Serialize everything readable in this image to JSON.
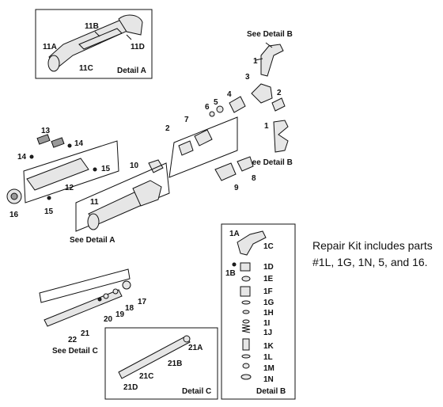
{
  "detail_captions": {
    "a": "Detail A",
    "b": "Detail B",
    "c": "Detail C"
  },
  "see_detail": {
    "b_top": "See Detail B",
    "b_mid": "See Detail B",
    "a": "See Detail A",
    "c": "See Detail C"
  },
  "labels": {
    "p11A": "11A",
    "p11B": "11B",
    "p11C": "11C",
    "p11D": "11D",
    "p1": "1",
    "p1b": "1",
    "p2": "2",
    "p2b": "2",
    "p3": "3",
    "p4": "4",
    "p5": "5",
    "p6": "6",
    "p7": "7",
    "p8": "8",
    "p9": "9",
    "p10": "10",
    "p11": "11",
    "p12": "12",
    "p13": "13",
    "p14a": "14",
    "p14b": "14",
    "p15a": "15",
    "p15b": "15",
    "p16": "16",
    "p17": "17",
    "p18": "18",
    "p19": "19",
    "p20": "20",
    "p21": "21",
    "p22": "22",
    "p21A": "21A",
    "p21B": "21B",
    "p21C": "21C",
    "p21D": "21D",
    "p1A": "1A",
    "p1B": "1B",
    "p1C": "1C",
    "p1D": "1D",
    "p1E": "1E",
    "p1F": "1F",
    "p1G": "1G",
    "p1H": "1H",
    "p1I": "1I",
    "p1J": "1J",
    "p1K": "1K",
    "p1L": "1L",
    "p1M": "1M",
    "p1N": "1N"
  },
  "note": "Repair Kit includes parts #1L, 1G, 1N, 5, and 16."
}
